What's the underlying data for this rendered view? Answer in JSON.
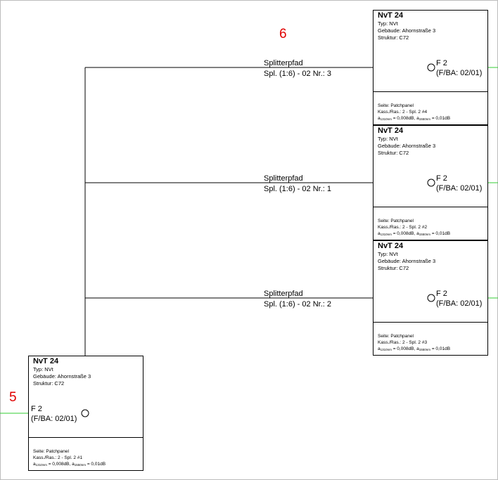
{
  "markers": {
    "left": "5",
    "top": "6"
  },
  "boxes": [
    {
      "title": "NvT 24",
      "typ": "Typ: NVt",
      "gebaeude": "Gebäude: Ahornstraße 3",
      "struktur": "Struktur: C72",
      "port": "F 2",
      "port_sub": "(F/BA: 02/01)",
      "seite": "Seite: Patchpanel",
      "kass": "Kass./Ras.: 2 - Spl. 2 #4",
      "att_a": "a",
      "att_sub1": "1310nm",
      "att_mid": " = 0,008dB, a",
      "att_sub2": "1550nm",
      "att_end": " = 0,01dB"
    },
    {
      "title": "NvT 24",
      "typ": "Typ: NVt",
      "gebaeude": "Gebäude: Ahornstraße 3",
      "struktur": "Struktur: C72",
      "port": "F 2",
      "port_sub": "(F/BA: 02/01)",
      "seite": "Seite: Patchpanel",
      "kass": "Kass./Ras.: 2 - Spl. 2 #2",
      "att_a": "a",
      "att_sub1": "1310nm",
      "att_mid": " = 0,008dB, a",
      "att_sub2": "1550nm",
      "att_end": " = 0,01dB"
    },
    {
      "title": "NvT 24",
      "typ": "Typ: NVt",
      "gebaeude": "Gebäude: Ahornstraße 3",
      "struktur": "Struktur: C72",
      "port": "F 2",
      "port_sub": "(F/BA: 02/01)",
      "seite": "Seite: Patchpanel",
      "kass": "Kass./Ras.: 2 - Spl. 2 #3",
      "att_a": "a",
      "att_sub1": "1310nm",
      "att_mid": " = 0,008dB, a",
      "att_sub2": "1550nm",
      "att_end": " = 0,01dB"
    },
    {
      "title": "NvT 24",
      "typ": "Typ: NVt",
      "gebaeude": "Gebäude: Ahornstraße 3",
      "struktur": "Struktur: C72",
      "port": "F 2",
      "port_sub": "(F/BA: 02/01)",
      "seite": "Seite: Patchpanel",
      "kass": "Kass./Ras.: 2 - Spl. 2 #1",
      "att_a": "a",
      "att_sub1": "1310nm",
      "att_mid": " = 0,008dB, a",
      "att_sub2": "1550nm",
      "att_end": " = 0,01dB"
    }
  ],
  "paths": [
    {
      "title": "Splitterpfad",
      "detail": "Spl. (1:6) - 02 Nr.: 3"
    },
    {
      "title": "Splitterpfad",
      "detail": "Spl. (1:6) - 02 Nr.: 1"
    },
    {
      "title": "Splitterpfad",
      "detail": "Spl. (1:6) - 02 Nr.: 2"
    }
  ],
  "colors": {
    "fiber": "#33cc33",
    "line": "#000000",
    "marker": "#e00000"
  }
}
